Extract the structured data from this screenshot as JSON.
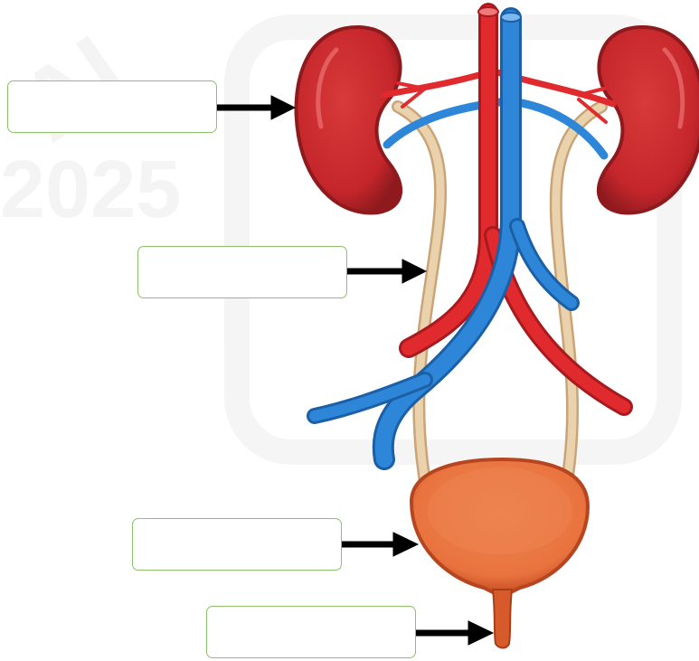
{
  "diagram": {
    "subject": "urinary-system",
    "labels": [
      {
        "id": "kidney",
        "text": ""
      },
      {
        "id": "ureter",
        "text": ""
      },
      {
        "id": "bladder",
        "text": ""
      },
      {
        "id": "urethra",
        "text": ""
      }
    ],
    "watermark": {
      "lines": [
        "AI",
        "2025"
      ]
    },
    "colors": {
      "kidney": "#c4262b",
      "kidney_dark": "#8e1a1e",
      "artery": "#e02a2e",
      "vein": "#2d86d8",
      "ureter": "#e8c9a0",
      "bladder": "#e9733f",
      "bladder_dark": "#c84f24",
      "box_border": "#8cc06a",
      "arrow": "#000000"
    }
  }
}
